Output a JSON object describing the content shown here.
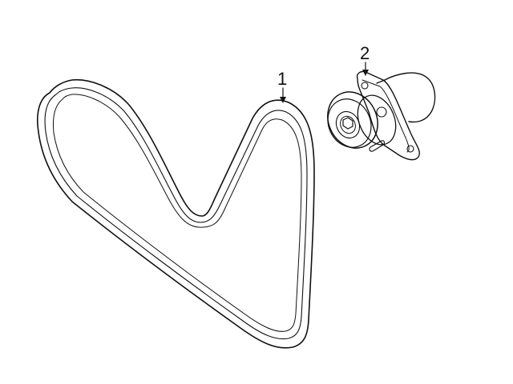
{
  "diagram": {
    "type": "parts-illustration",
    "background": "#ffffff",
    "line_color": "#111111",
    "parts": [
      {
        "callout": "1",
        "name": "serpentine-belt"
      },
      {
        "callout": "2",
        "name": "belt-tensioner"
      }
    ]
  }
}
